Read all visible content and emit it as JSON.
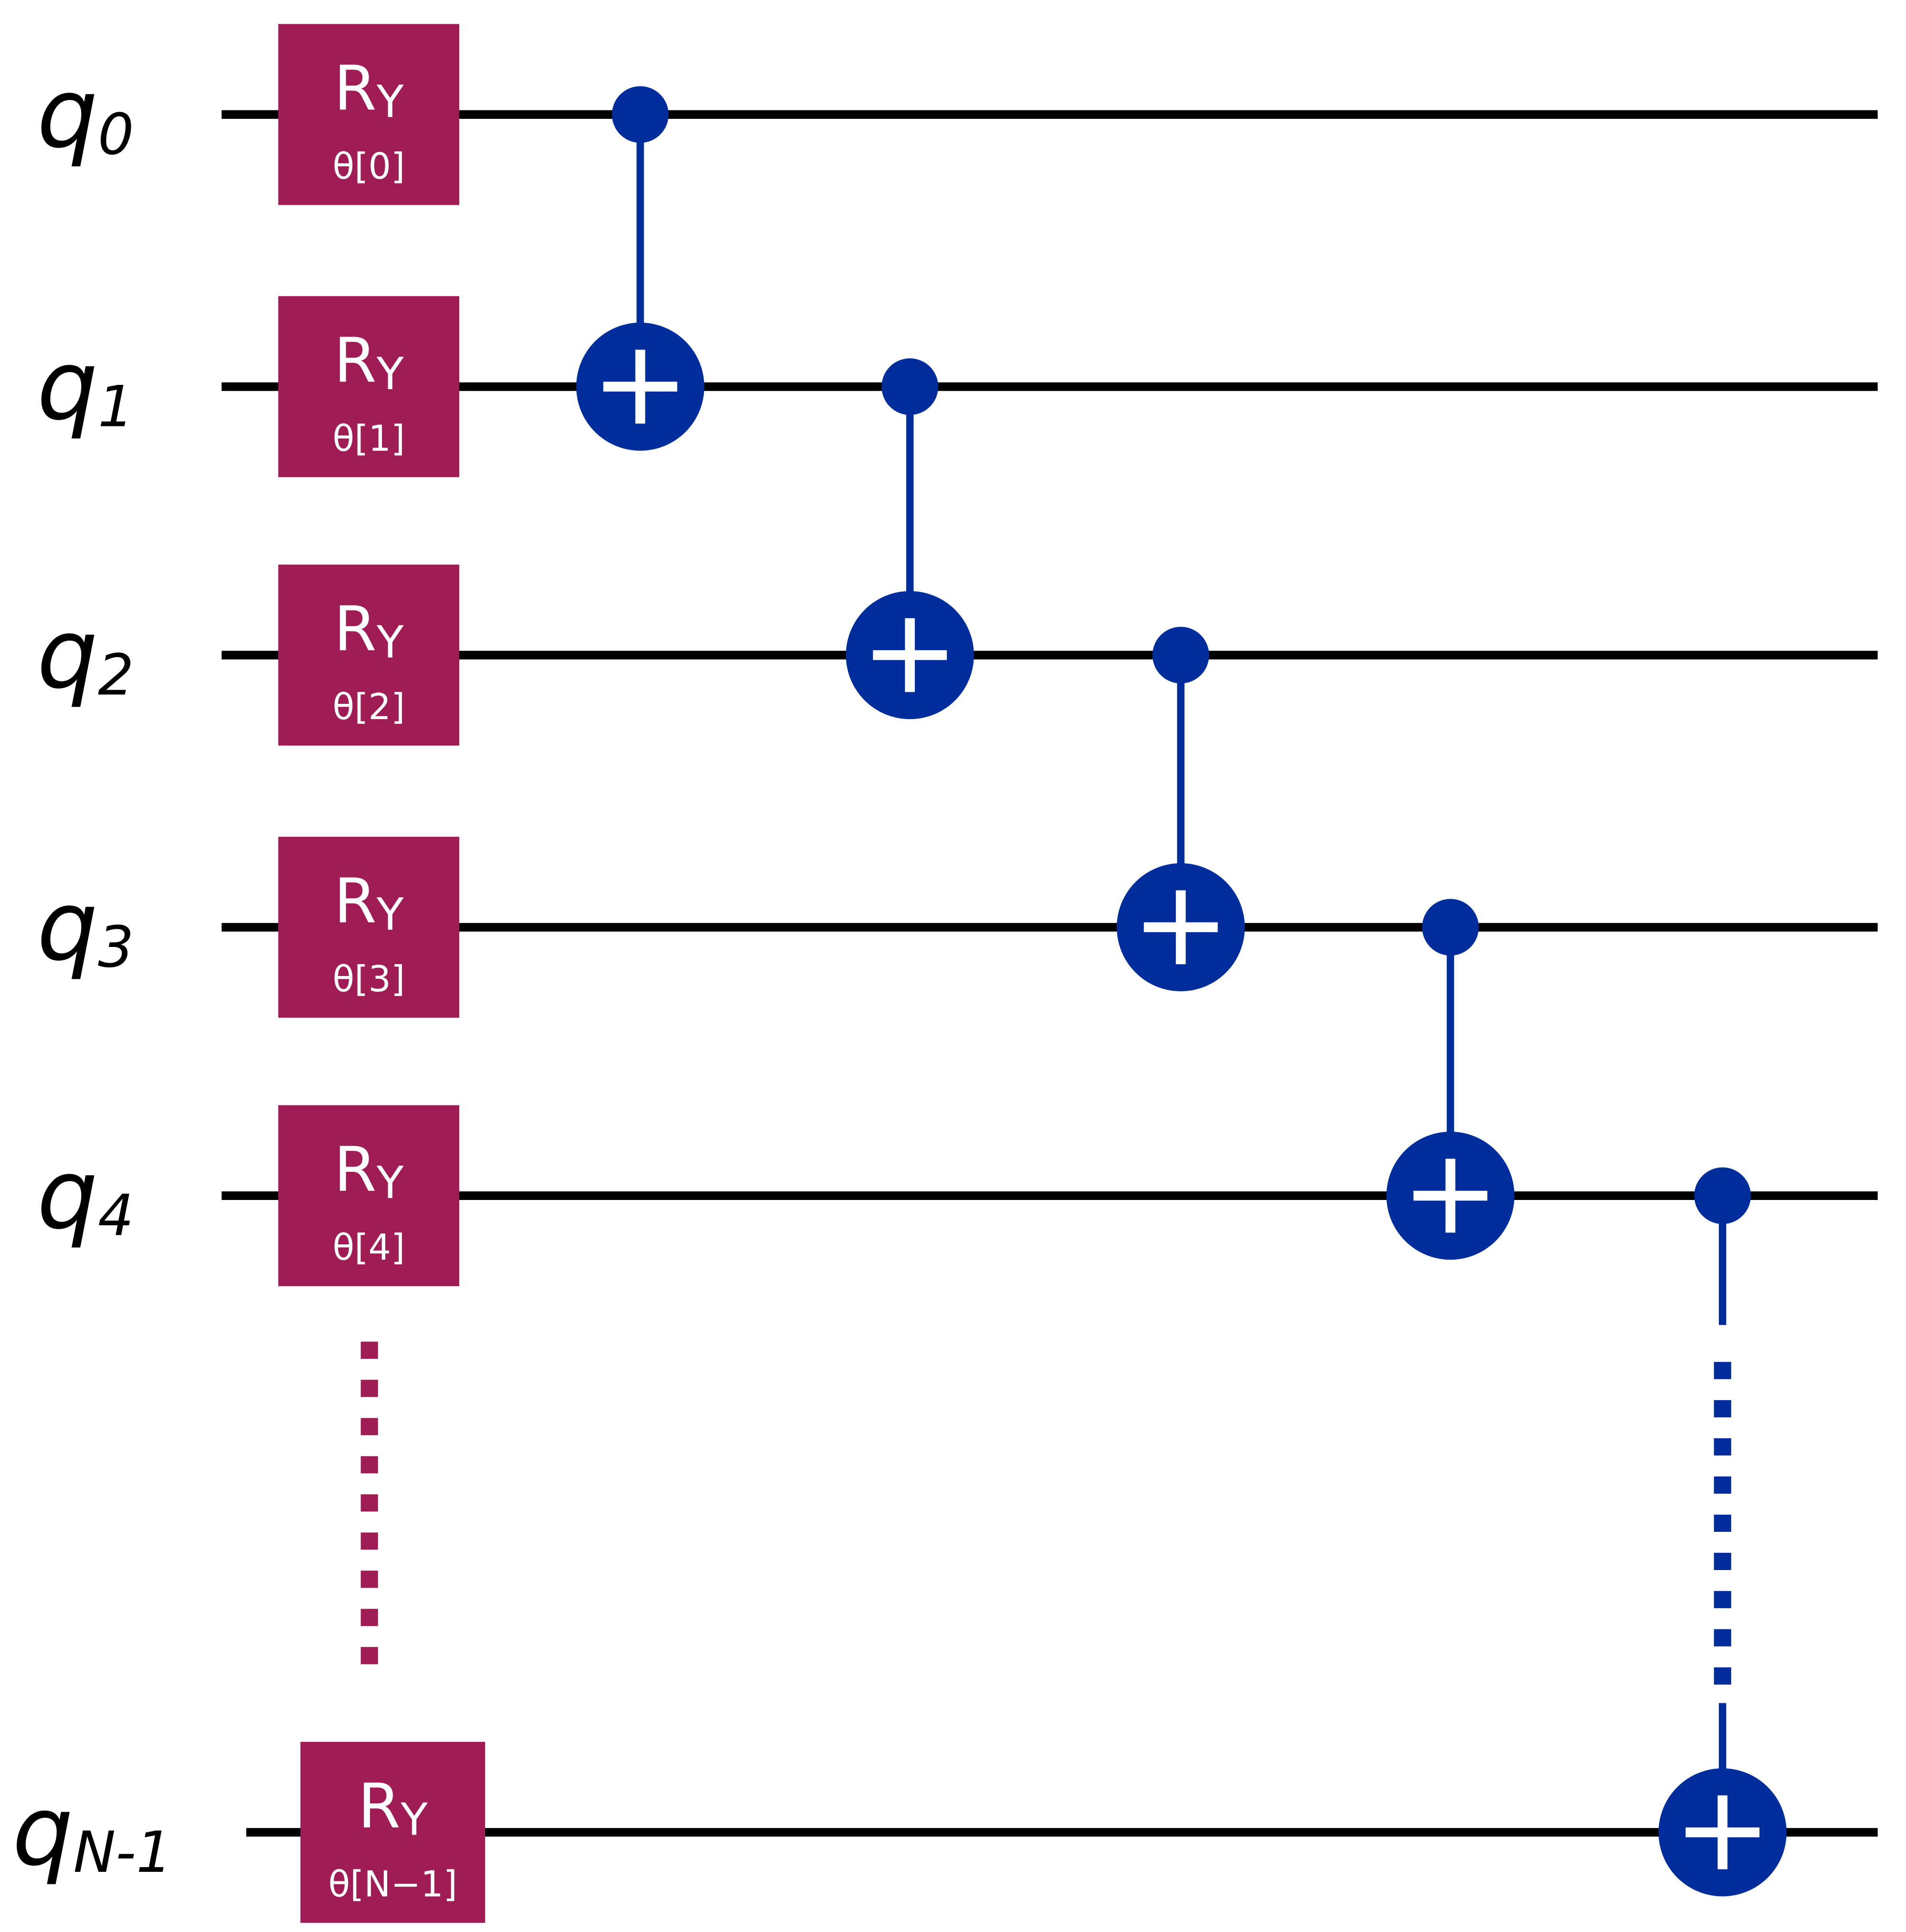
{
  "colors": {
    "wire": "#000000",
    "rotation_gate": "#9f1c54",
    "cnot": "#002d9c",
    "cnot_symbol": "#ffffff",
    "gate_text": "#ffffff"
  },
  "qubits": [
    {
      "base": "q",
      "sub": "0",
      "gate_name": "R",
      "gate_sub": "Y",
      "param": "θ[0]"
    },
    {
      "base": "q",
      "sub": "1",
      "gate_name": "R",
      "gate_sub": "Y",
      "param": "θ[1]"
    },
    {
      "base": "q",
      "sub": "2",
      "gate_name": "R",
      "gate_sub": "Y",
      "param": "θ[2]"
    },
    {
      "base": "q",
      "sub": "3",
      "gate_name": "R",
      "gate_sub": "Y",
      "param": "θ[3]"
    },
    {
      "base": "q",
      "sub": "4",
      "gate_name": "R",
      "gate_sub": "Y",
      "param": "θ[4]"
    },
    {
      "base": "q",
      "sub": "N-1",
      "gate_name": "R",
      "gate_sub": "Y",
      "param": "θ[N−1]"
    }
  ],
  "cnots": [
    {
      "control": 0,
      "target": 1
    },
    {
      "control": 1,
      "target": 2
    },
    {
      "control": 2,
      "target": 3
    },
    {
      "control": 3,
      "target": 4
    },
    {
      "control": 4,
      "target": 5,
      "dotted": true
    }
  ],
  "ellipsis_between_qubits": [
    4,
    5
  ]
}
